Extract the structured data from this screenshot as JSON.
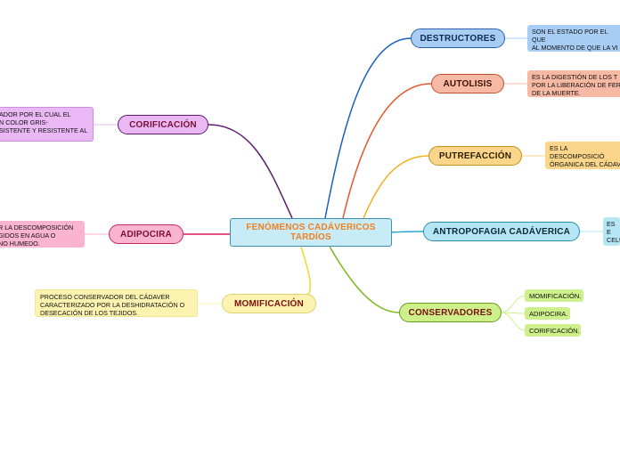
{
  "central": {
    "label": "FENÓMENOS CADÁVERICOS TARDÍOS"
  },
  "branches": {
    "destructores": {
      "label": "DESTRUCTORES",
      "note": "SON EL ESTADO POR EL QUE\nAL MOMENTO DE QUE LA VI\nEXPIRA."
    },
    "autolisis": {
      "label": "AUTOLISIS",
      "note": "ES LA DIGESTIÓN DE LOS T\nPOR LA LIBERACIÓN DE FER\nDE LA MUERTE."
    },
    "putrefaccion": {
      "label": "PUTREFACCIÓN",
      "note": "ES LA DESCOMPOSICIÓ\nÓRGANICA DEL CÁDAV\nBACTERIAS."
    },
    "antropofagia": {
      "label": "ANTROPOFAGIA CADÁVERICA",
      "note": "ES E\nCELU\nUN T"
    },
    "conservadores": {
      "label": "CONSERVADORES",
      "items": [
        "MOMIFICACIÓN.",
        "ADIPOCIRA.",
        "CORIFICACIÓN."
      ]
    },
    "corificacion": {
      "label": "CORIFICACIÓN",
      "note": "ADOR POR EL CUAL EL\nN COLOR GRIS-\nSISTENTE Y RESISTENTE AL"
    },
    "adipocira": {
      "label": "ADIPOCIRA",
      "note": "R LA DESCOMPOSICIÓN\nGIDOS EN AGUA O\nNO HUMEDO."
    },
    "momificacion": {
      "label": "MOMIFICACIÓN",
      "note": "PROCESO CONSERVADOR DEL CÁDAVER\nCARACTERIZADO POR LA DESHIDRATACIÓN O\nDESECACIÓN DE LOS TEJIDOS."
    }
  },
  "colors": {
    "central_fill": "#c8ecf7",
    "central_text": "#f08020",
    "destructores": "#a7cdf5",
    "destructores_line": "#1a5fc8",
    "autolisis": "#f7b9a3",
    "autolisis_line": "#e5562a",
    "putrefaccion": "#fbd68a",
    "putrefaccion_line": "#f0b020",
    "antropofagia": "#b5e6f5",
    "antropofagia_line": "#2aa5d5",
    "conservadores": "#cdf08a",
    "conservadores_line": "#7ab81a",
    "corificacion": "#eab8f5",
    "corificacion_line": "#5e1a6e",
    "adipocira": "#fbb4d0",
    "adipocira_line": "#e0185a",
    "momificacion": "#fdf3b0",
    "momificacion_line": "#f0d830"
  }
}
